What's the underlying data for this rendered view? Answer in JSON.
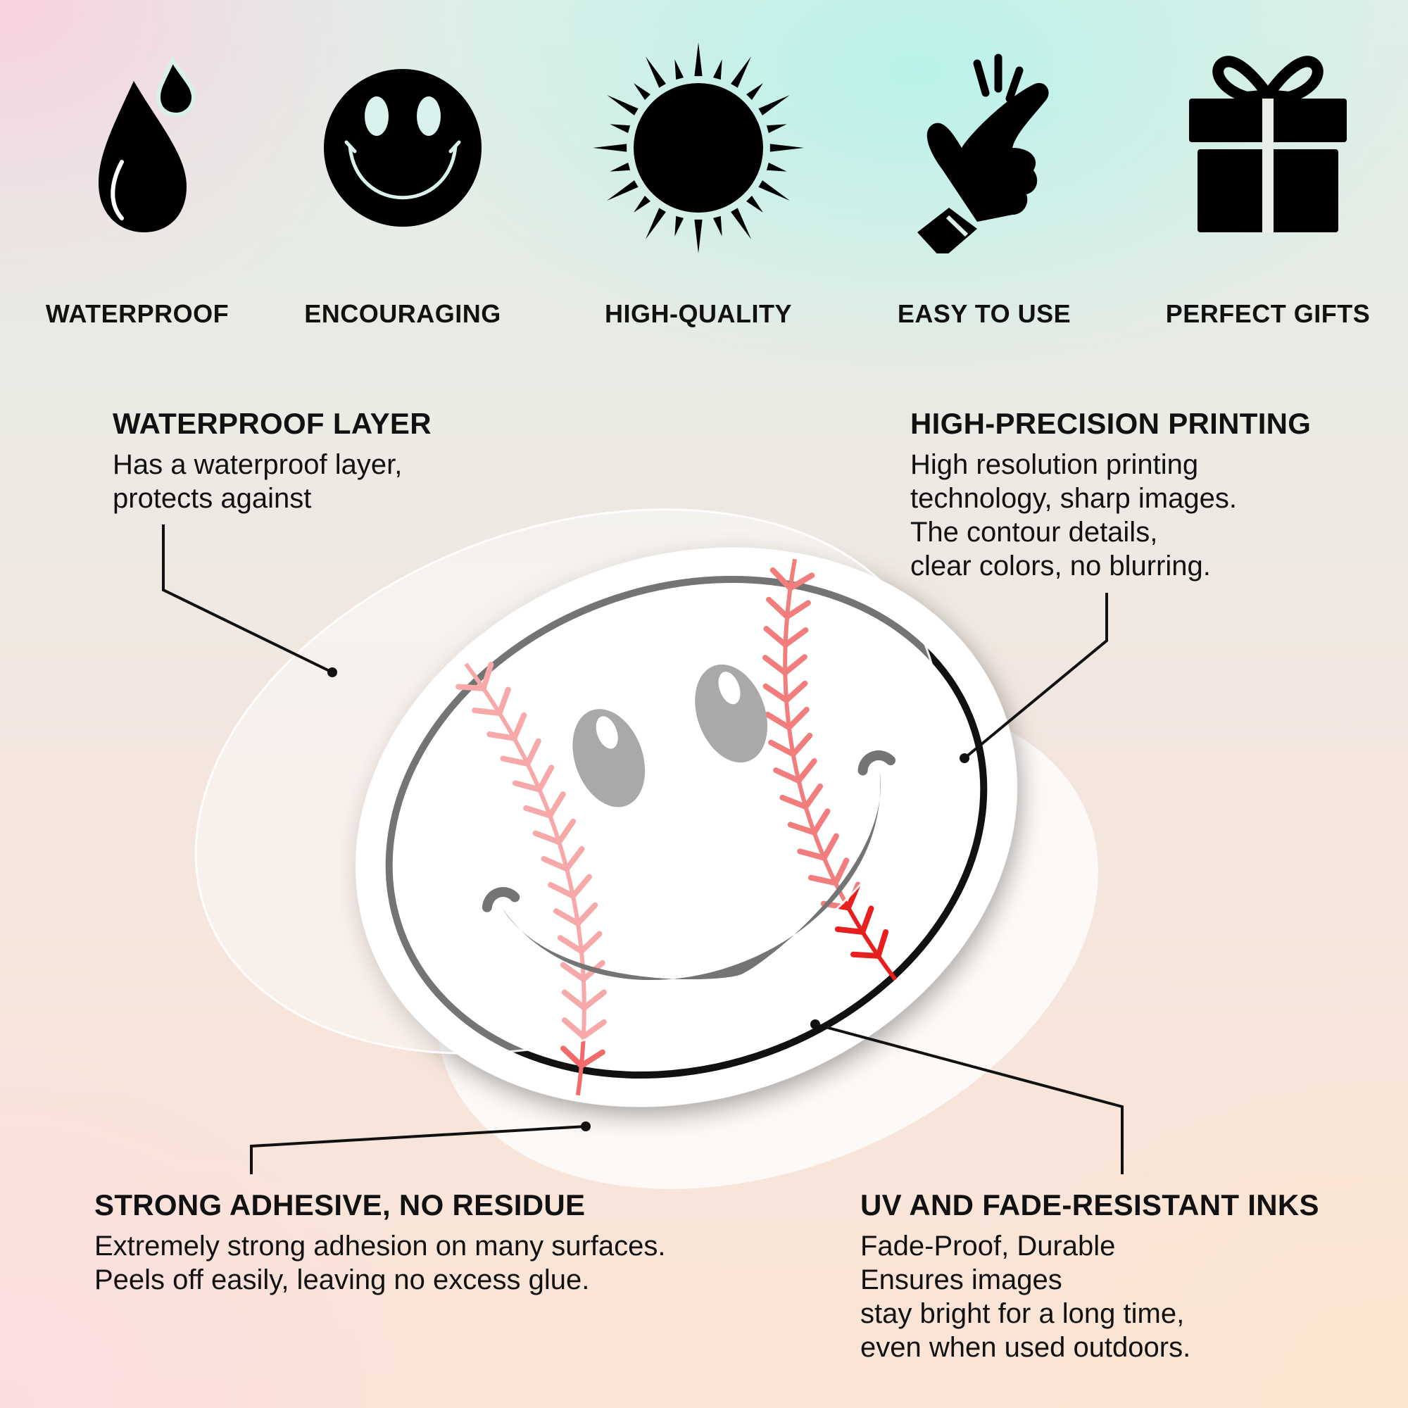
{
  "features": [
    {
      "icon": "water-drop-icon",
      "label": "WATERPROOF"
    },
    {
      "icon": "smiley-face-icon",
      "label": "ENCOURAGING"
    },
    {
      "icon": "sun-icon",
      "label": "HIGH-QUALITY"
    },
    {
      "icon": "finger-snap-icon",
      "label": "EASY TO USE"
    },
    {
      "icon": "gift-box-icon",
      "label": "PERFECT GIFTS"
    }
  ],
  "callouts": {
    "waterproof_layer": {
      "title": "WATERPROOF LAYER",
      "lines": [
        "Has a waterproof layer,",
        "protects against"
      ]
    },
    "precision_printing": {
      "title": "HIGH-PRECISION PRINTING",
      "lines": [
        "High resolution printing",
        "technology, sharp images.",
        "The contour details,",
        "clear colors, no blurring."
      ]
    },
    "adhesive": {
      "title": "STRONG ADHESIVE, NO RESIDUE",
      "lines": [
        "Extremely strong adhesion on many surfaces.",
        "Peels off easily, leaving no excess glue."
      ]
    },
    "uv_inks": {
      "title": "UV AND FADE-RESISTANT INKS",
      "lines": [
        "Fade-Proof, Durable",
        "Ensures images",
        "stay bright for a long time,",
        "even when used outdoors."
      ]
    }
  },
  "colors": {
    "stitch": "#f26a6a",
    "stitch_dark": "#e81f1f",
    "ink": "#111111",
    "eye": "#6b6b6b"
  }
}
